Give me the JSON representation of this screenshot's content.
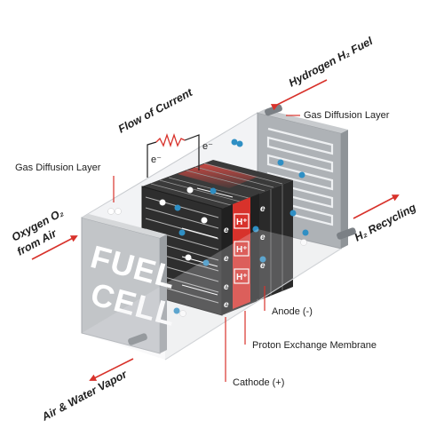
{
  "labels": {
    "hydrogen_fuel": "Hydrogen H₂ Fuel",
    "flow_of_current": "Flow of Current",
    "gas_diffusion_layer_left": "Gas Diffusion Layer",
    "gas_diffusion_layer_right": "Gas Diffusion Layer",
    "oxygen_line1": "Oxygen O₂",
    "oxygen_line2": "from Air",
    "h2_recycling": "H₂ Recycling",
    "anode": "Anode (-)",
    "proton_exchange_membrane": "Proton Exchange Membrane",
    "cathode": "Cathode (+)",
    "air_water_vapor": "Air & Water Vapor",
    "electron_symbol": "e",
    "electron_wire_symbol": "e⁻",
    "proton_symbol": "H⁺"
  },
  "fuel_cell_text": {
    "line1": "FUEL",
    "line2": "CELL"
  },
  "colors": {
    "accent_red": "#d8322b",
    "stack_dark": "#2e2e2e",
    "hydrogen_blue": "#2f8fc4",
    "end_plate_gray": "#b9bcbf"
  }
}
